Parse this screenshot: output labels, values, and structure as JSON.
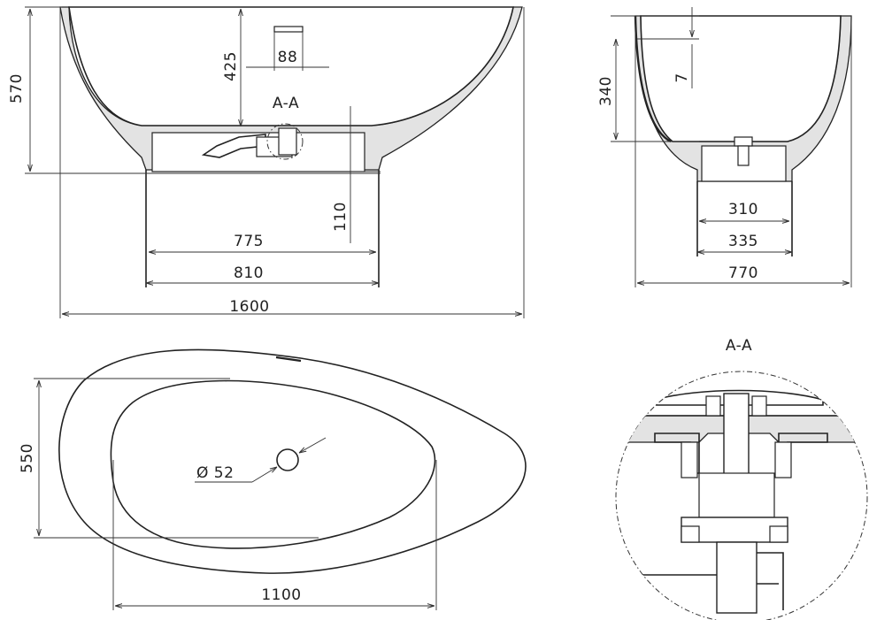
{
  "front_view": {
    "width_total": "1600",
    "height_total": "570",
    "waste_offset": "425",
    "overflow_width": "88",
    "pedestal_inner": "775",
    "pedestal_outer": "810",
    "pedestal_height": "110",
    "section_label": "A-A"
  },
  "side_view": {
    "depth_total": "340",
    "rim_drop": "7",
    "pedestal_inner": "310",
    "pedestal_outer": "335",
    "width_total": "770"
  },
  "top_view": {
    "depth_total": "550",
    "drain_diameter": "Ø 52",
    "inner_length": "1100"
  },
  "detail_view": {
    "section_label": "A-A"
  },
  "colors": {
    "line": "#222222",
    "shade": "#e3e3e3",
    "background": "#ffffff"
  }
}
